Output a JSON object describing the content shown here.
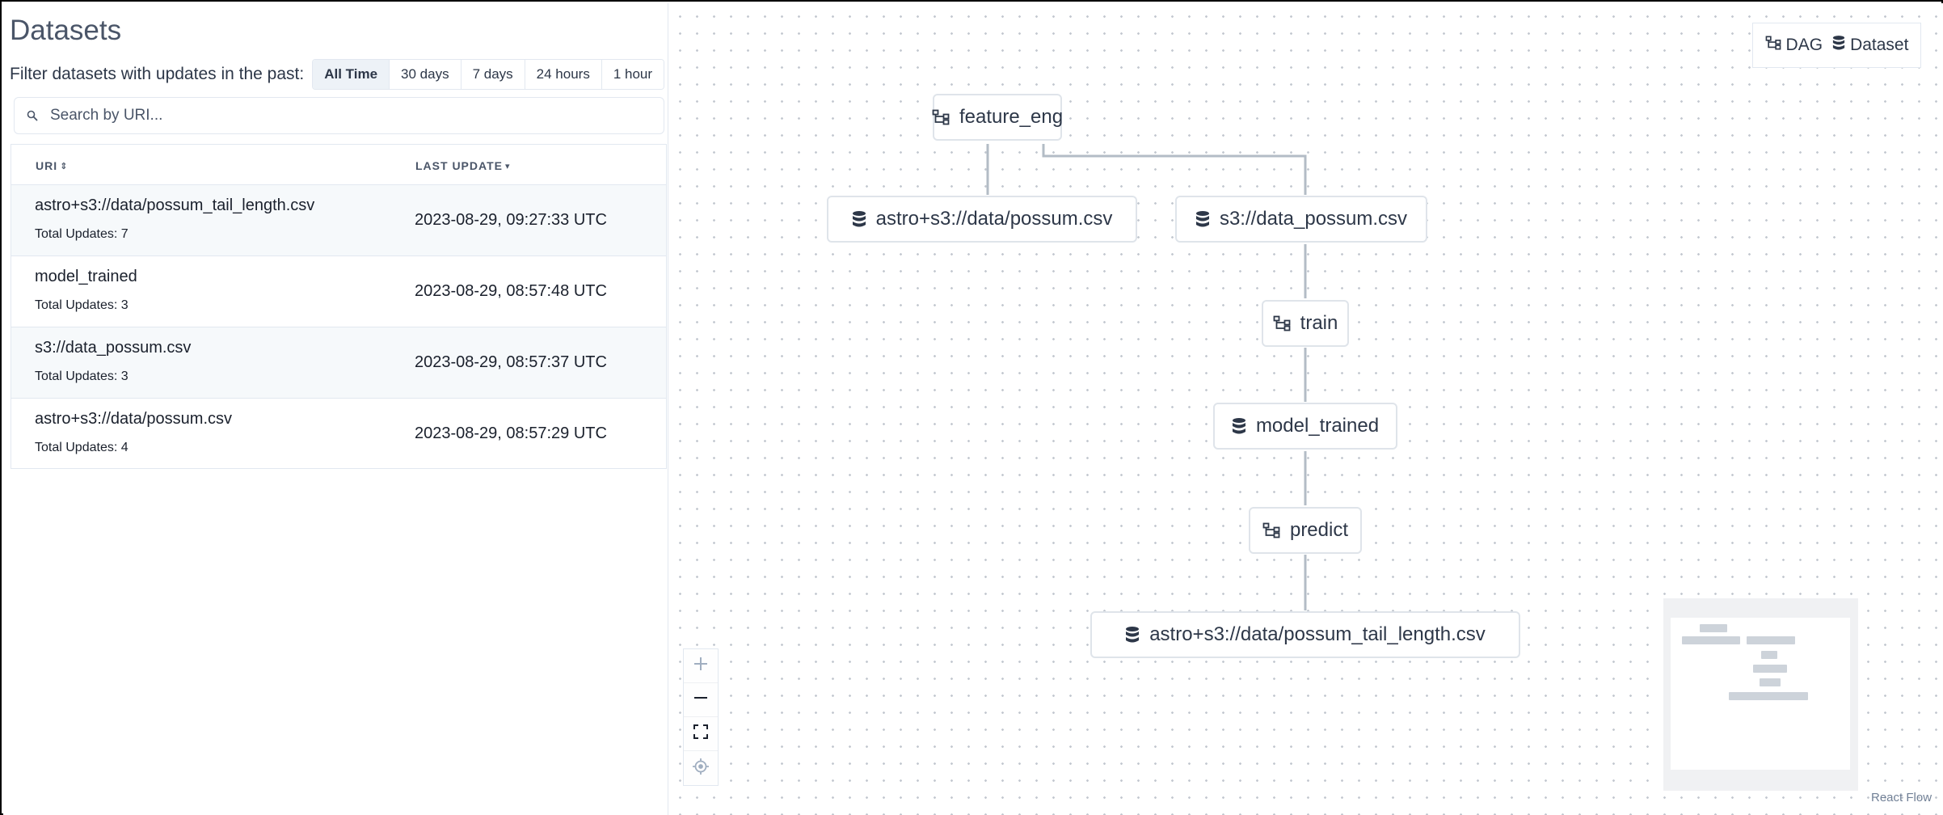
{
  "page": {
    "title": "Datasets"
  },
  "filter": {
    "label": "Filter datasets with updates in the past:",
    "options": [
      "All Time",
      "30 days",
      "7 days",
      "24 hours",
      "1 hour"
    ],
    "active": "All Time"
  },
  "search": {
    "placeholder": "Search by URI..."
  },
  "table": {
    "columns": {
      "uri": "URI",
      "last_update": "Last Update"
    },
    "rows": [
      {
        "uri": "astro+s3://data/possum_tail_length.csv",
        "updates": "Total Updates: 7",
        "last_update": "2023-08-29, 09:27:33 UTC"
      },
      {
        "uri": "model_trained",
        "updates": "Total Updates: 3",
        "last_update": "2023-08-29, 08:57:48 UTC"
      },
      {
        "uri": "s3://data_possum.csv",
        "updates": "Total Updates: 3",
        "last_update": "2023-08-29, 08:57:37 UTC"
      },
      {
        "uri": "astro+s3://data/possum.csv",
        "updates": "Total Updates: 4",
        "last_update": "2023-08-29, 08:57:29 UTC"
      }
    ]
  },
  "graph": {
    "legend": {
      "dag": "DAG",
      "dataset": "Dataset"
    },
    "nodes": {
      "feature_eng": "feature_eng",
      "possum_csv": "astro+s3://data/possum.csv",
      "data_possum": "s3://data_possum.csv",
      "train": "train",
      "model_trained": "model_trained",
      "predict": "predict",
      "tail_length": "astro+s3://data/possum_tail_length.csv"
    },
    "attribution": "React Flow"
  },
  "colors": {
    "edge": "#b3bcc6",
    "node_border": "#dfe4ea",
    "active_filter_bg": "#edf2f7",
    "alt_row_bg": "#f6f9fb"
  },
  "icons": {
    "dag": "dag-icon",
    "dataset": "database-icon",
    "search": "search-icon",
    "zoom_in": "plus-icon",
    "zoom_out": "minus-icon",
    "fit": "fit-view-icon",
    "lock": "crosshair-icon"
  }
}
